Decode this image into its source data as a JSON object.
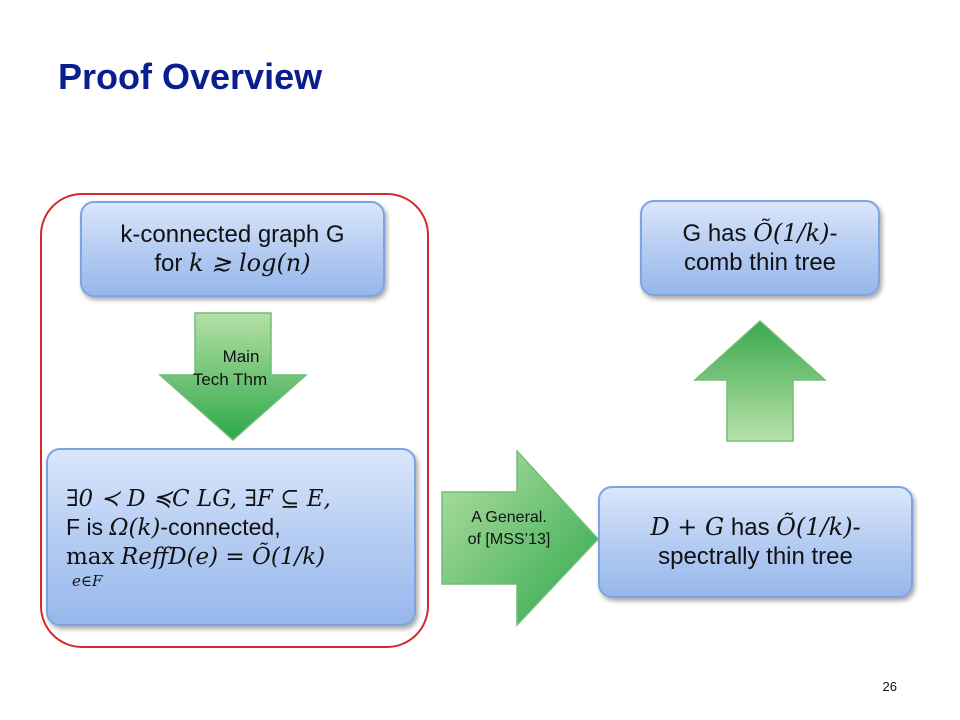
{
  "slide": {
    "title": "Proof Overview",
    "page_number": "26"
  },
  "boxes": {
    "kconnected": {
      "line1": "k-connected graph G",
      "line2_prefix": "for ",
      "line2_math": "k ≳ log(n)"
    },
    "spectral_condition": {
      "line1": "∃0 ≺ D ≼C LG, ∃F ⊆ E,",
      "line2_prefix": "F is ",
      "line2_math": "Ω(k)",
      "line2_suffix": "-connected,",
      "line3_max": "max",
      "line3_sub": "e∈F",
      "line3_expr": "ReffD(e) = Õ(1/k)"
    },
    "spectrally_thin": {
      "line1_math": "D + G",
      "line1_text": " has ",
      "line1_math2": "Õ(1/k)",
      "line1_suffix": "-",
      "line2": "spectrally  thin tree"
    },
    "comb_thin": {
      "line1_text": "G has ",
      "line1_math": "Õ(1/k)",
      "line1_suffix": "-",
      "line2": "comb thin tree"
    }
  },
  "arrows": {
    "main_tech_label_1": "Main",
    "main_tech_label_2": "Tech Thm",
    "generalization_label_1": "A General.",
    "generalization_label_2": "of [MSS’13]"
  },
  "colors": {
    "title": "#0b1e8f",
    "frame": "#d52a2a",
    "arrow_light": "#b5e0a6",
    "arrow_dark": "#2ea84a"
  }
}
